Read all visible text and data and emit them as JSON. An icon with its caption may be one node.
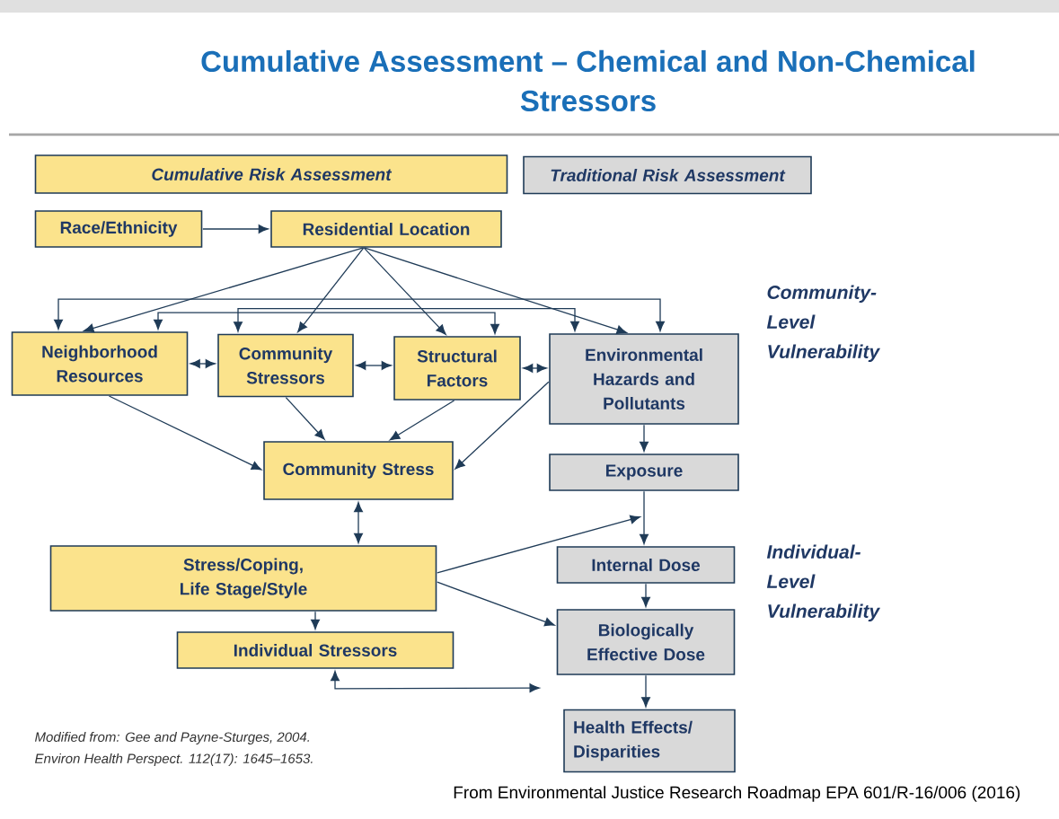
{
  "diagram": {
    "title": "Cumulative Assessment – Chemical and Non-Chemical Stressors",
    "nodes": [
      {
        "text": [
          "Cumulative Risk Assessment"
        ]
      },
      {
        "text": [
          "Traditional Risk Assessment"
        ]
      },
      {
        "text": [
          "Race/Ethnicity"
        ]
      },
      {
        "text": [
          "Residential Location"
        ]
      },
      {
        "text": [
          "Neighborhood Resources"
        ]
      },
      {
        "text": [
          "Community Stressors"
        ]
      },
      {
        "text": [
          "Structural Factors"
        ]
      },
      {
        "text": [
          "Environmental Hazards and Pollutants"
        ]
      },
      {
        "text": [
          "Community Stress"
        ]
      },
      {
        "text": [
          "Exposure"
        ]
      },
      {
        "text": [
          "Stress/Coping, Life Stage/Style"
        ]
      },
      {
        "text": [
          "Internal Dose"
        ]
      },
      {
        "text": [
          "Individual Stressors"
        ]
      },
      {
        "text": [
          "Biologically Effective Dose"
        ]
      },
      {
        "text": [
          "Health Effects/ Disparities"
        ]
      }
    ],
    "edges": [
      {
        "from": 2,
        "to": 3,
        "arrow": "to"
      },
      {
        "from": 3,
        "to": 4,
        "arrow": "to"
      },
      {
        "from": 3,
        "to": 5,
        "arrow": "to"
      },
      {
        "from": 3,
        "to": 6,
        "arrow": "to"
      },
      {
        "from": 3,
        "to": 7,
        "arrow": "to"
      },
      {
        "from": 4,
        "to": 5,
        "arrow": "both"
      },
      {
        "from": 5,
        "to": 6,
        "arrow": "both"
      },
      {
        "from": 6,
        "to": 7,
        "arrow": "both"
      },
      {
        "from": 4,
        "to": 7,
        "arrow": "both"
      },
      {
        "from": 5,
        "to": 7,
        "arrow": "both"
      },
      {
        "from": 4,
        "to": 6,
        "arrow": "both"
      },
      {
        "from": 4,
        "to": 8,
        "arrow": "to"
      },
      {
        "from": 5,
        "to": 8,
        "arrow": "to"
      },
      {
        "from": 6,
        "to": 8,
        "arrow": "to"
      },
      {
        "from": 7,
        "to": 8,
        "arrow": "to"
      },
      {
        "from": 7,
        "to": 9,
        "arrow": "to"
      },
      {
        "from": 9,
        "to": 11,
        "arrow": "to"
      },
      {
        "from": 11,
        "to": 13,
        "arrow": "to"
      },
      {
        "from": 13,
        "to": 14,
        "arrow": "to"
      },
      {
        "from": 8,
        "to": 10,
        "arrow": "both"
      },
      {
        "from": 10,
        "to": null,
        "arrow": "to"
      },
      {
        "from": 10,
        "to": 13,
        "arrow": "to"
      },
      {
        "from": 10,
        "to": 12,
        "arrow": "to"
      },
      {
        "from": 12,
        "to": null,
        "arrow": "both"
      }
    ],
    "labels": [
      "Community-Level Vulnerability",
      "Individual-Level Vulnerability",
      "Modified from: Gee and Payne-Sturges, 2004.",
      "Environ Health Perspect. 112(17): 1645–1653.",
      "From Environmental Justice Research Roadmap EPA 601/R-16/006 (2016)"
    ]
  }
}
